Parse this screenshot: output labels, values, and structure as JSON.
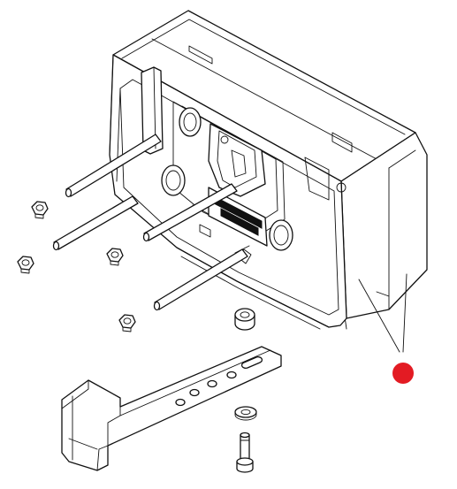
{
  "diagram": {
    "type": "exploded-assembly-drawing",
    "parts": [
      "housing",
      "housing-rear-cover",
      "long-bolt",
      "hex-nut",
      "spacer",
      "mounting-bracket",
      "washer",
      "short-bolt"
    ],
    "callout_marker": {
      "color": "#e31b23"
    }
  }
}
